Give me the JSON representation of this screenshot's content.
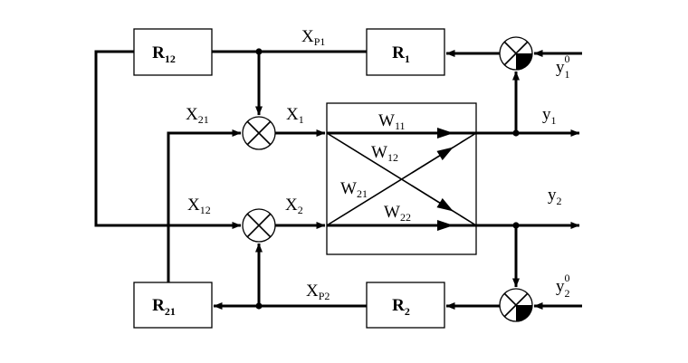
{
  "blocks": {
    "r12": {
      "main": "R",
      "sub": "12"
    },
    "r1": {
      "main": "R",
      "sub": "1"
    },
    "r21": {
      "main": "R",
      "sub": "21"
    },
    "r2": {
      "main": "R",
      "sub": "2"
    }
  },
  "labels": {
    "xp1": {
      "main": "X",
      "sub": "P1"
    },
    "xp2": {
      "main": "X",
      "sub": "P2"
    },
    "x21": {
      "main": "X",
      "sub": "21"
    },
    "x12": {
      "main": "X",
      "sub": "12"
    },
    "x1": {
      "main": "X",
      "sub": "1"
    },
    "x2": {
      "main": "X",
      "sub": "2"
    },
    "w11": {
      "main": "W",
      "sub": "11"
    },
    "w12": {
      "main": "W",
      "sub": "12"
    },
    "w21": {
      "main": "W",
      "sub": "21"
    },
    "w22": {
      "main": "W",
      "sub": "22"
    },
    "y1": {
      "main": "y",
      "sub": "1"
    },
    "y2": {
      "main": "y",
      "sub": "2"
    },
    "y10": {
      "main": "y",
      "sub": "1",
      "sup": "0"
    },
    "y20": {
      "main": "y",
      "sub": "2",
      "sup": "0"
    }
  }
}
